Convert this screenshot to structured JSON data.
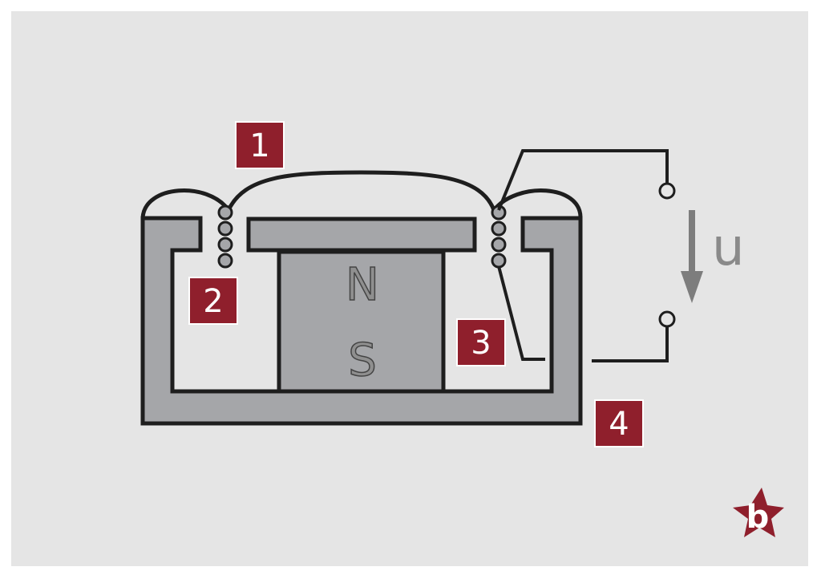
{
  "diagram": {
    "labels": [
      "1",
      "2",
      "3",
      "4"
    ],
    "poles": {
      "north": "N",
      "south": "S"
    },
    "voltage_label": "u",
    "logo_text": "b"
  },
  "colors": {
    "background": "#e5e5e5",
    "metal": "#a5a6a9",
    "outline": "#1e1e1e",
    "label_box": "#8f1f2c",
    "arrow": "#7d7d7d"
  }
}
